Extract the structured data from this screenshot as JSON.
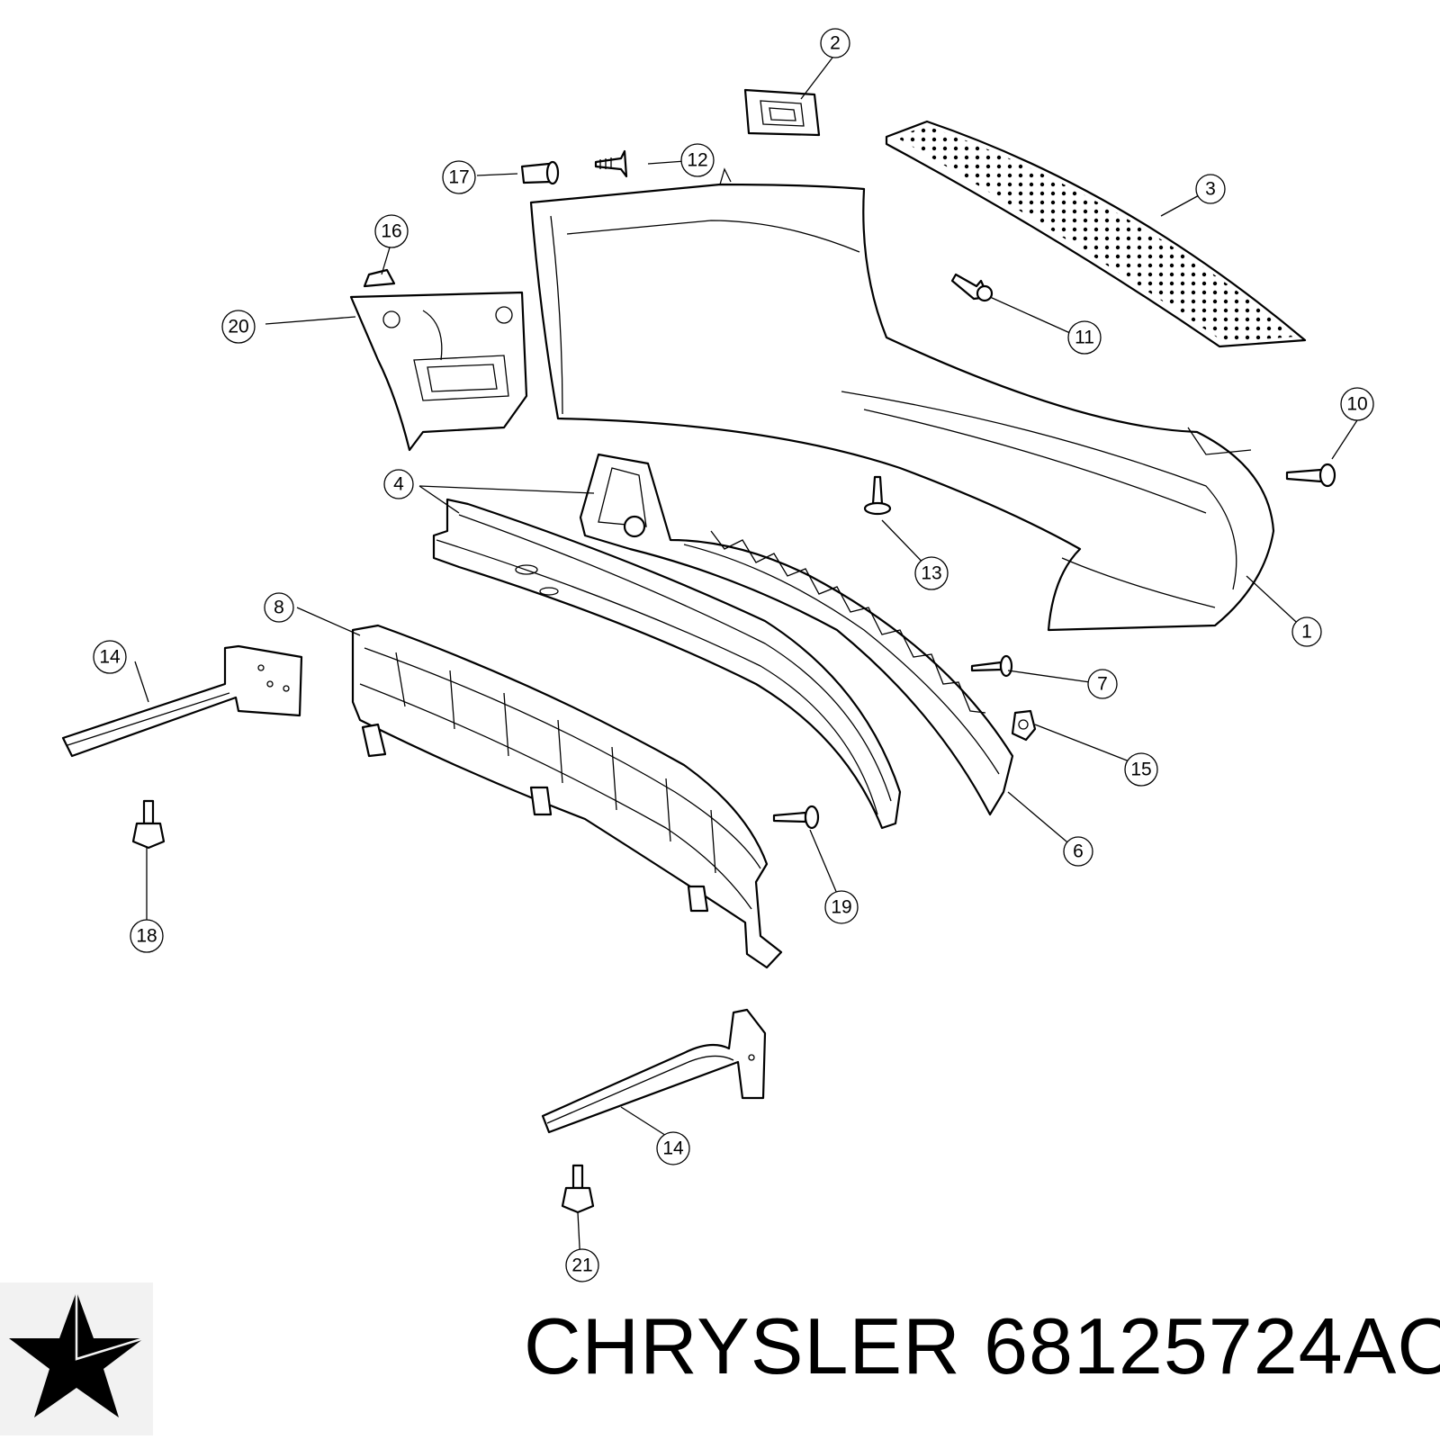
{
  "callouts": [
    {
      "id": "c1",
      "label": "1"
    },
    {
      "id": "c2",
      "label": "2"
    },
    {
      "id": "c3",
      "label": "3"
    },
    {
      "id": "c4",
      "label": "4"
    },
    {
      "id": "c6",
      "label": "6"
    },
    {
      "id": "c7",
      "label": "7"
    },
    {
      "id": "c8",
      "label": "8"
    },
    {
      "id": "c10",
      "label": "10"
    },
    {
      "id": "c11",
      "label": "11"
    },
    {
      "id": "c12",
      "label": "12"
    },
    {
      "id": "c13",
      "label": "13"
    },
    {
      "id": "c14a",
      "label": "14"
    },
    {
      "id": "c14b",
      "label": "14"
    },
    {
      "id": "c15",
      "label": "15"
    },
    {
      "id": "c16",
      "label": "16"
    },
    {
      "id": "c17",
      "label": "17"
    },
    {
      "id": "c18",
      "label": "18"
    },
    {
      "id": "c19",
      "label": "19"
    },
    {
      "id": "c20",
      "label": "20"
    },
    {
      "id": "c21",
      "label": "21"
    }
  ],
  "footer": {
    "brand": "CHRYSLER",
    "part_number": "68125724AC",
    "logo_icon": "chrysler-pentastar-icon"
  }
}
